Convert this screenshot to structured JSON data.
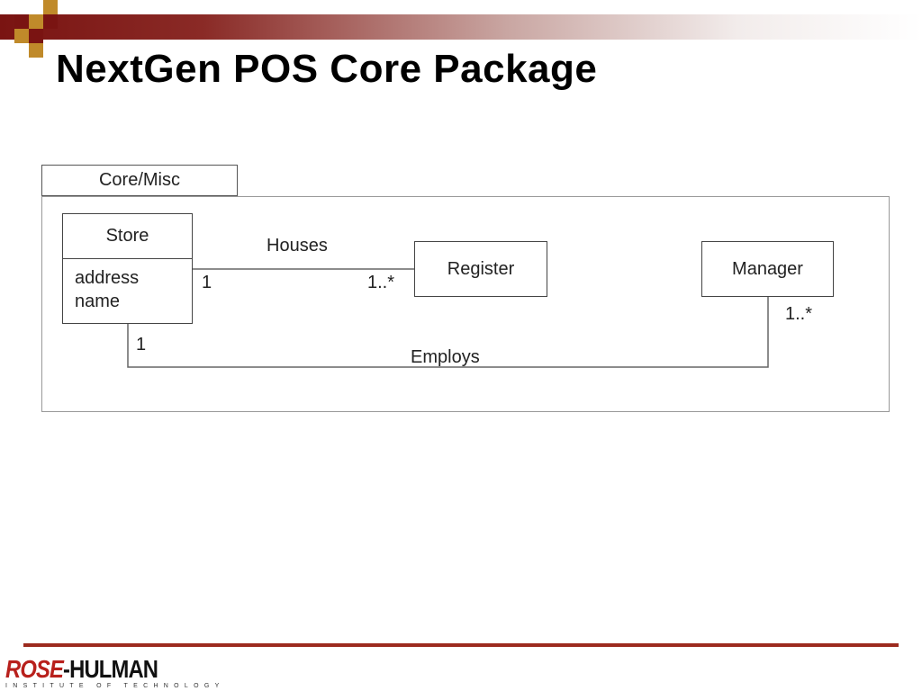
{
  "slide": {
    "title": "NextGen POS Core Package"
  },
  "diagram": {
    "package": {
      "name": "Core/Misc"
    },
    "classes": {
      "store": {
        "name": "Store",
        "attributes": [
          "address",
          "name"
        ]
      },
      "register": {
        "name": "Register"
      },
      "manager": {
        "name": "Manager"
      }
    },
    "associations": {
      "houses": {
        "label": "Houses",
        "store_multiplicity": "1",
        "register_multiplicity": "1..*"
      },
      "employs": {
        "label": "Employs",
        "store_multiplicity": "1",
        "manager_multiplicity": "1..*"
      }
    }
  },
  "footer": {
    "logo_rose": "ROSE",
    "logo_hulman": "-HULMAN",
    "logo_subtitle": "INSTITUTE OF TECHNOLOGY"
  },
  "colors": {
    "accent": "#9c2a1e",
    "header_dark": "#7a1412",
    "header_gold": "#c08a2a"
  }
}
